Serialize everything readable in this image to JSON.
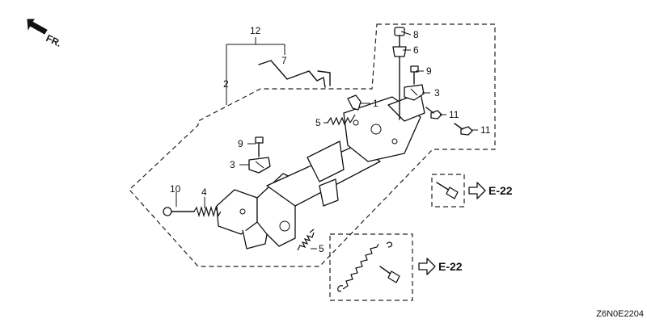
{
  "diagram": {
    "direction_label": "FR.",
    "diagram_code": "Z6N0E2204",
    "callouts": {
      "c1": "1",
      "c2": "2",
      "c3a": "3",
      "c3b": "3",
      "c4": "4",
      "c5a": "5",
      "c5b": "5",
      "c6": "6",
      "c7": "7",
      "c8": "8",
      "c9a": "9",
      "c9b": "9",
      "c10": "10",
      "c11a": "11",
      "c11b": "11",
      "c12": "12"
    },
    "references": {
      "ref_bolt": "E-22",
      "ref_spring": "E-22"
    }
  }
}
